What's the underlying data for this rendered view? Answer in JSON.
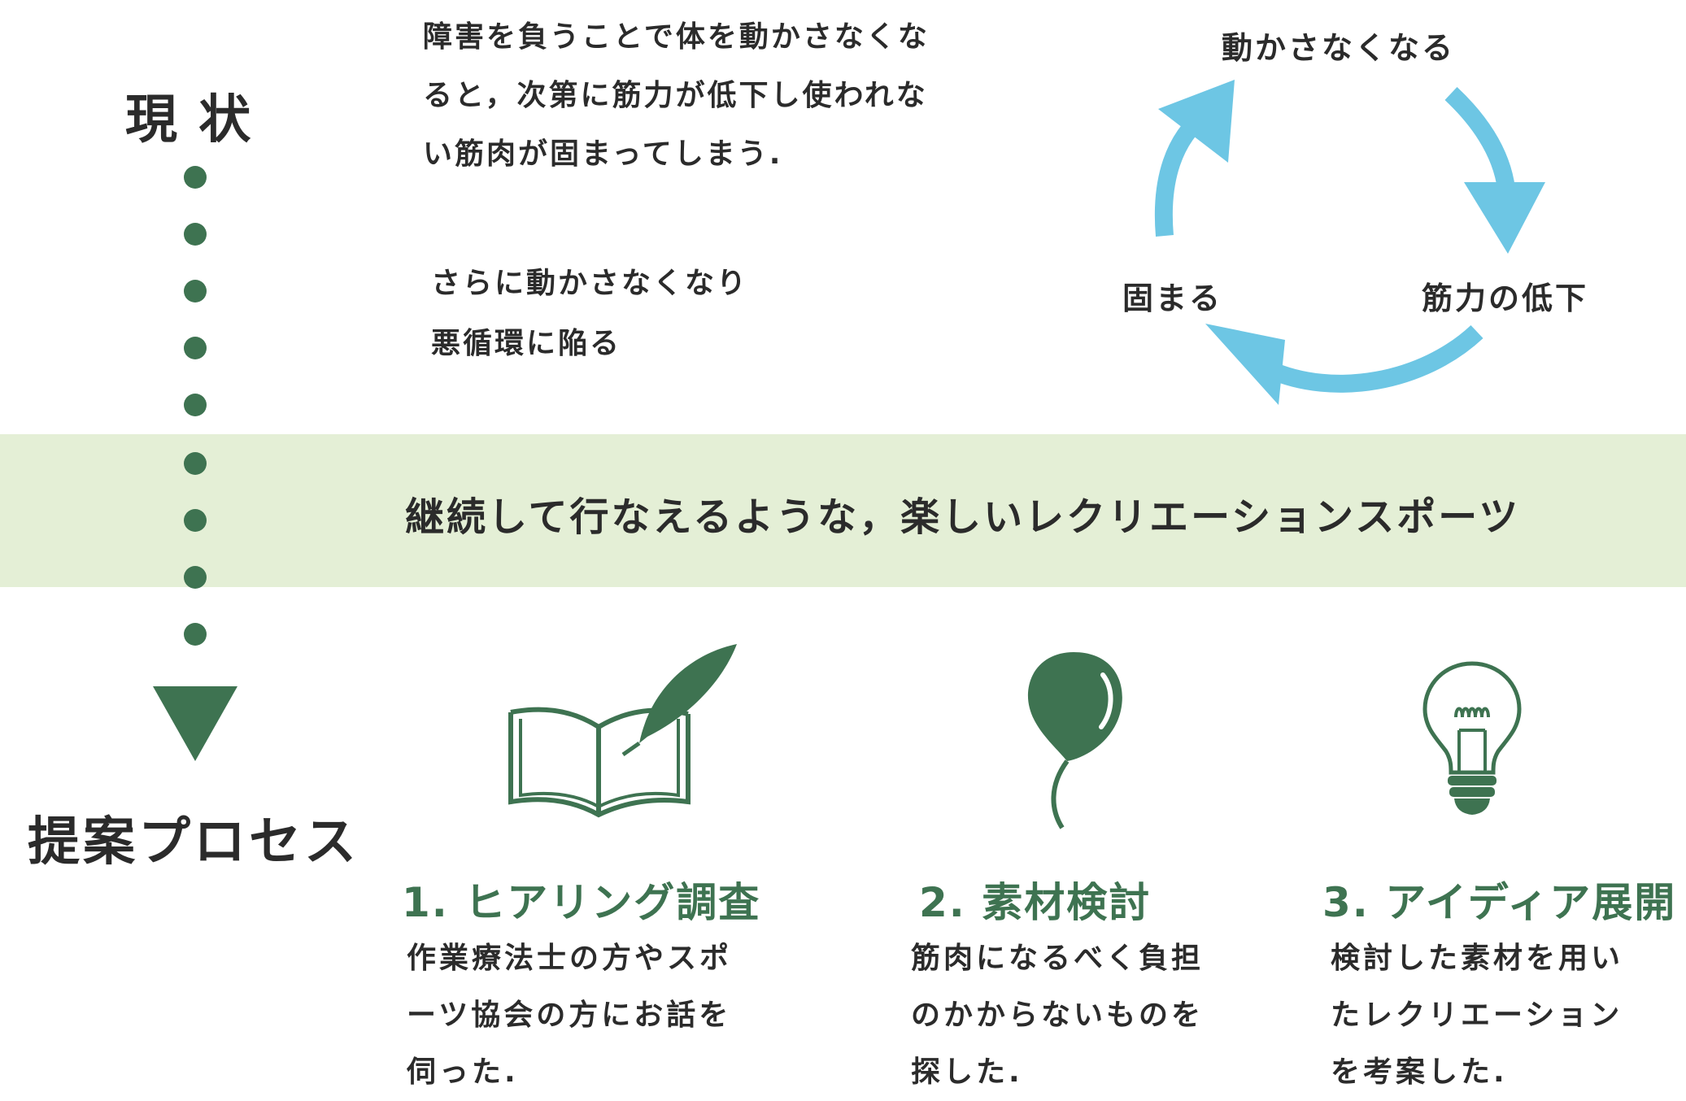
{
  "current": {
    "heading": "現 状",
    "desc1": [
      "障害を負うことで体を動かさなくな",
      "ると，次第に筋力が低下し使われな",
      "い筋肉が固まってしまう."
    ],
    "desc2": [
      "さらに動かさなくなり",
      "悪循環に陥る"
    ]
  },
  "cycle": {
    "top": "動かさなくなる",
    "right": "筋力の低下",
    "left": "固まる"
  },
  "band": {
    "text": "継続して行なえるような，楽しいレクリエーションスポーツ"
  },
  "proposal": {
    "heading": "提案プロセス"
  },
  "steps": [
    {
      "icon": "book-quill-icon",
      "title": "1. ヒアリング調査",
      "body": [
        "作業療法士の方やスポ",
        "ーツ協会の方にお話を",
        "伺った."
      ]
    },
    {
      "icon": "balloon-icon",
      "title": "2. 素材検討",
      "body": [
        "筋肉になるべく負担",
        "のかからないものを",
        "探した."
      ]
    },
    {
      "icon": "lightbulb-icon",
      "title": "3. アイディア展開",
      "body": [
        "検討した素材を用い",
        "たレクリエーション",
        "を考案した."
      ]
    }
  ],
  "colors": {
    "accent_green": "#3e7351",
    "cycle_arrow_blue": "#6dc6e4",
    "band_bg": "#e4efd6"
  }
}
